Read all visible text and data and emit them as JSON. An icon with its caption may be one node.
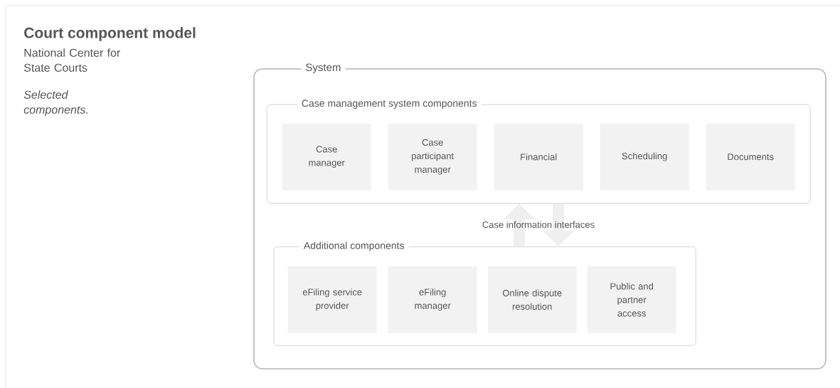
{
  "diagram": {
    "title": "Court component model",
    "nodes": [
      {
        "text": [
          "System"
        ]
      },
      {
        "text": [
          "Case management system components"
        ],
        "in": 0
      },
      {
        "text": [
          "Case manager"
        ],
        "in": 1
      },
      {
        "text": [
          "Case participant manager"
        ],
        "in": 1
      },
      {
        "text": [
          "Financial"
        ],
        "in": 1
      },
      {
        "text": [
          "Scheduling"
        ],
        "in": 1
      },
      {
        "text": [
          "Documents"
        ],
        "in": 1
      },
      {
        "text": [
          "Additional components"
        ],
        "in": 0
      },
      {
        "text": [
          "eFiling service provider"
        ],
        "in": 7
      },
      {
        "text": [
          "eFiling manager"
        ],
        "in": 7
      },
      {
        "text": [
          "Online dispute resolution"
        ],
        "in": 7
      },
      {
        "text": [
          "Public and partner access"
        ],
        "in": 7
      }
    ],
    "edges": [
      {
        "from": 7,
        "to": 1,
        "arrow": "to"
      },
      {
        "from": 1,
        "to": 7,
        "arrow": "to"
      }
    ],
    "labels": [
      "National Center for State Courts",
      "Selected components.",
      "Case information interfaces"
    ]
  }
}
